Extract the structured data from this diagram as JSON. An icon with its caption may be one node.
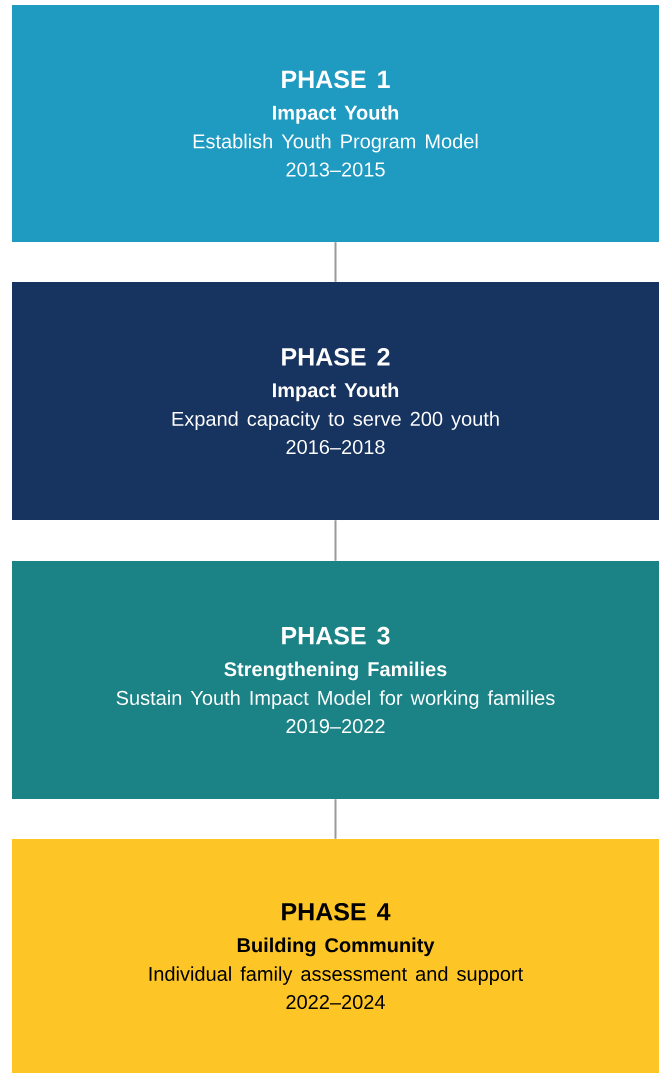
{
  "diagram": {
    "nodes": [
      {
        "text": [
          "PHASE 1",
          "Impact Youth",
          "Establish Youth Program Model",
          "2013–2015"
        ]
      },
      {
        "text": [
          "PHASE 2",
          "Impact Youth",
          "Expand capacity to serve 200 youth",
          "2016–2018"
        ]
      },
      {
        "text": [
          "PHASE 3",
          "Strengthening Families",
          "Sustain Youth Impact Model for working families",
          "2019–2022"
        ]
      },
      {
        "text": [
          "PHASE 4",
          "Building Community",
          "Individual family assessment and support",
          "2022–2024"
        ]
      }
    ],
    "edges": [
      {
        "from": 0,
        "to": 1,
        "arrow": "none"
      },
      {
        "from": 1,
        "to": 2,
        "arrow": "none"
      },
      {
        "from": 2,
        "to": 3,
        "arrow": "none"
      }
    ]
  }
}
